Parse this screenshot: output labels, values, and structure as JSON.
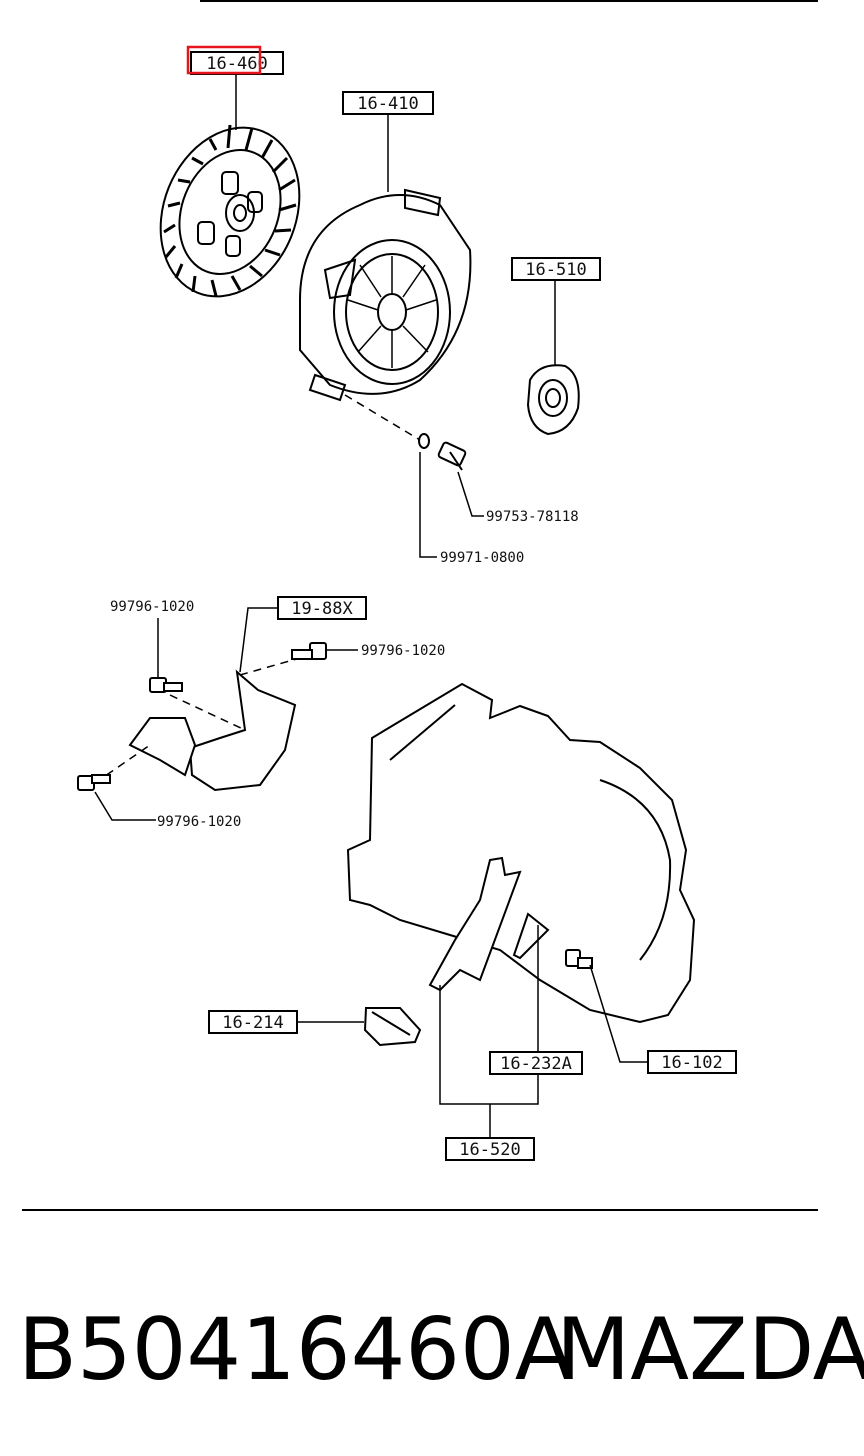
{
  "diagram": {
    "part_labels": {
      "clutch_disc": "16-460",
      "pressure_plate": "16-410",
      "release_bearing": "16-510",
      "dust_cover": "19-88X",
      "boot": "16-214",
      "release_fork": "16-232A",
      "fork_assembly": "16-520",
      "pivot_bolt": "16-102"
    },
    "bolt_numbers": {
      "pressure_plate_bolt": "99753-78118",
      "washer": "99971-0800",
      "cover_bolt_top": "99796-1020",
      "cover_bolt_right": "99796-1020",
      "cover_bolt_bottom": "99796-1020"
    },
    "highlight_color": "#e8141c"
  },
  "footer": {
    "part_number": "B50416460A",
    "brand": "MAZDA"
  }
}
